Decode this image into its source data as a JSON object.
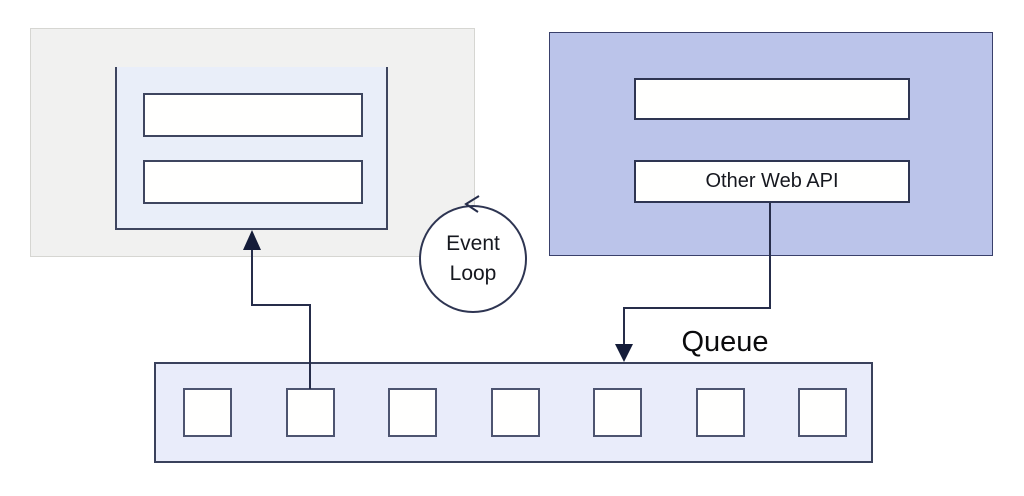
{
  "colors": {
    "page_bg": "#ffffff",
    "left_panel_bg": "#f1f1f0",
    "left_panel_border": "#d6d6d2",
    "stack_bg": "#e9eef9",
    "stack_border": "#3e455f",
    "slot_bg": "#fffffe",
    "web_api_bg": "#bbc4ea",
    "web_api_border": "#39406b",
    "queue_bg": "#e9ecfa",
    "queue_border": "#3a415c",
    "queue_slot_border": "#4d5470",
    "arrow_line": "#262d4a",
    "arrow_head": "#141c39",
    "circle_border": "#2e3552",
    "text": "#16181f"
  },
  "stack_panel": {
    "empty_frame_count": 2
  },
  "web_api_panel": {
    "api_label": "Other Web API",
    "empty_row_count": 1
  },
  "event_loop": {
    "lines": [
      "Event",
      "Loop"
    ]
  },
  "queue": {
    "label": "Queue",
    "slot_count": 7
  }
}
